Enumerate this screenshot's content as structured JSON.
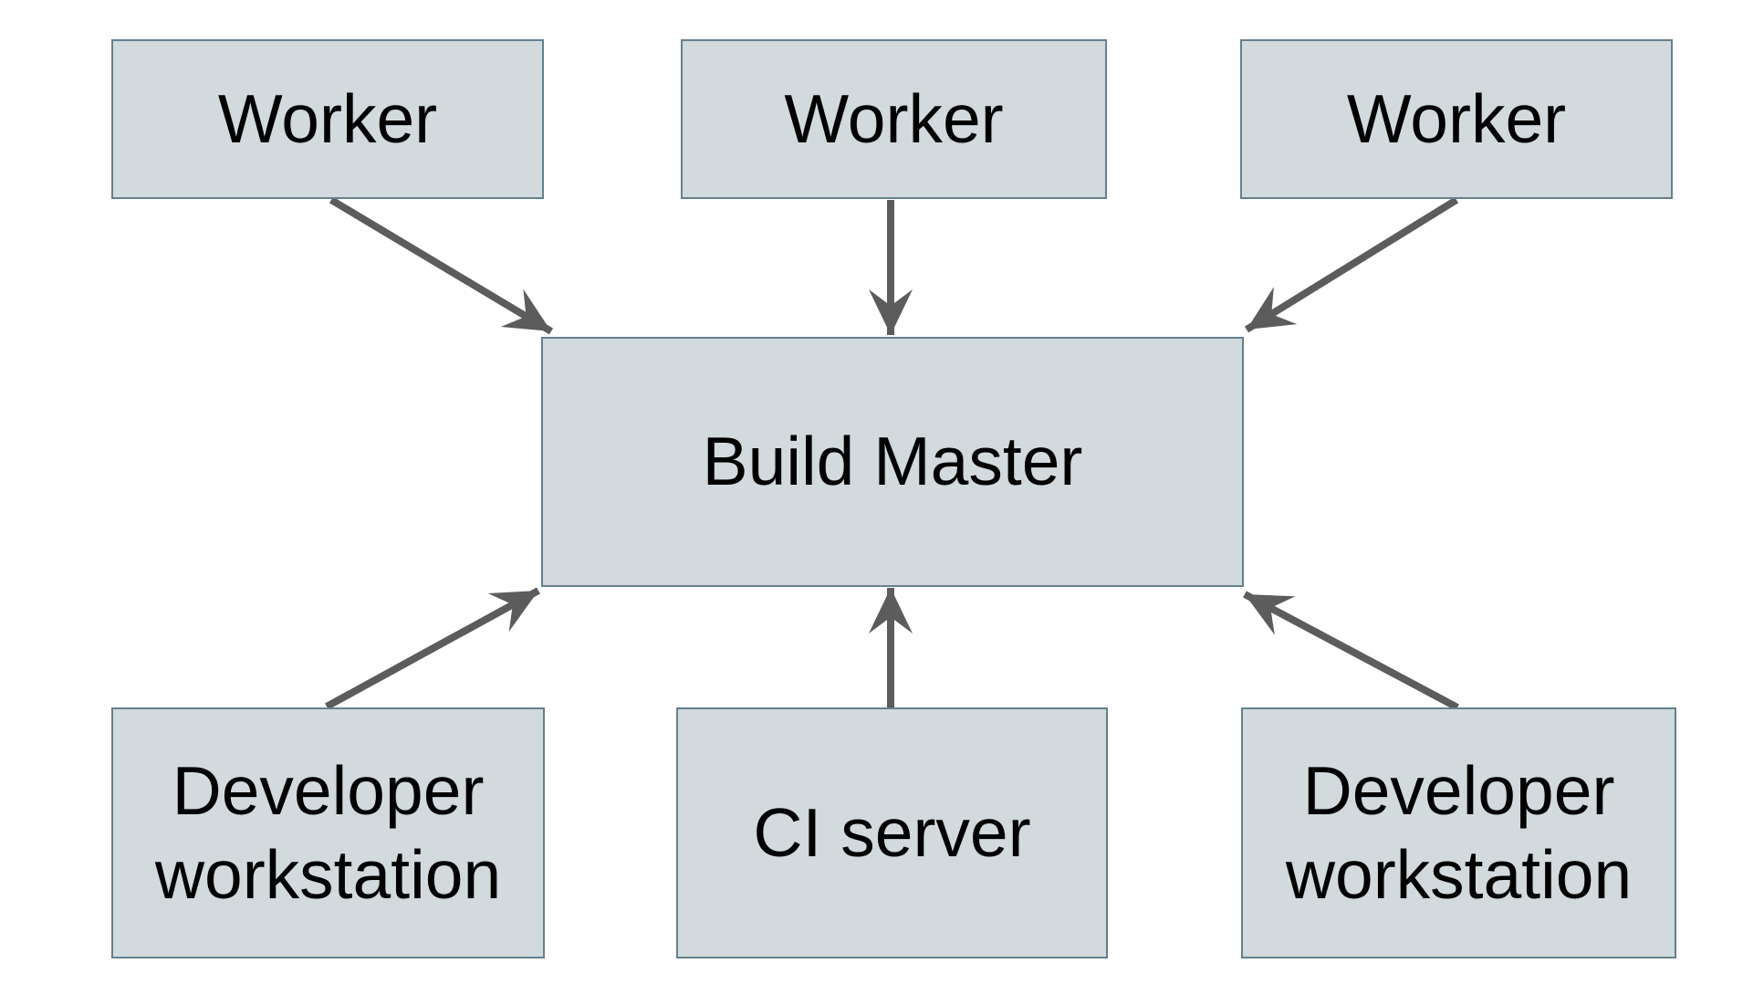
{
  "diagram": {
    "type": "architecture-diagram",
    "nodes": {
      "worker_left": {
        "label": "Worker"
      },
      "worker_center": {
        "label": "Worker"
      },
      "worker_right": {
        "label": "Worker"
      },
      "build_master": {
        "label": "Build Master"
      },
      "dev_workstation_left": {
        "label": "Developer workstation"
      },
      "ci_server": {
        "label": "CI server"
      },
      "dev_workstation_right": {
        "label": "Developer workstation"
      }
    },
    "edges": [
      {
        "from": "worker_left",
        "to": "build_master",
        "direction": "down-right"
      },
      {
        "from": "worker_center",
        "to": "build_master",
        "direction": "down"
      },
      {
        "from": "worker_right",
        "to": "build_master",
        "direction": "down-left"
      },
      {
        "from": "dev_workstation_left",
        "to": "build_master",
        "direction": "up-right"
      },
      {
        "from": "ci_server",
        "to": "build_master",
        "direction": "up"
      },
      {
        "from": "dev_workstation_right",
        "to": "build_master",
        "direction": "up-left"
      }
    ],
    "colors": {
      "node_fill": "#d2dadd",
      "node_border": "#64808e",
      "arrow": "#5c5c5c",
      "label_text": "#000000",
      "background": "#ffffff"
    }
  }
}
